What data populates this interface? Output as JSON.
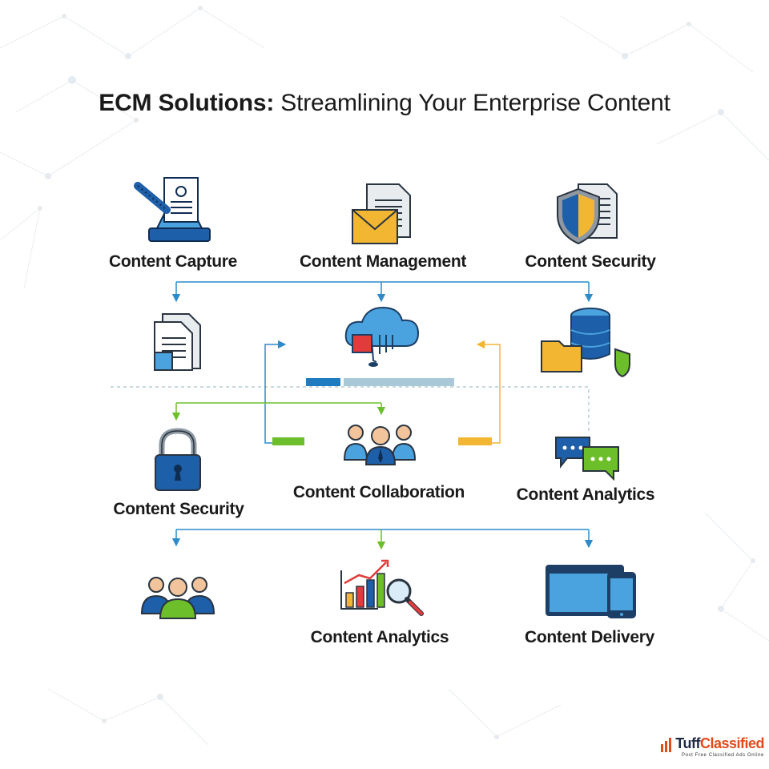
{
  "title": {
    "bold": "ECM Solutions:",
    "regular": " Streamlining Your Enterprise Content"
  },
  "nodes": {
    "capture": "Content Capture",
    "management": "Content Management",
    "security_top": "Content Security",
    "security_mid": "Content Security",
    "collaboration": "Content Collaboration",
    "analytics_mid": "Content Analytics",
    "analytics_bottom": "Content Analytics",
    "delivery": "Content Delivery"
  },
  "footer": {
    "brand_dark": "Tuff",
    "brand_accent": "Classified",
    "tagline": "Post Free Classified Ads Online"
  },
  "colors": {
    "blue_arrow": "#2e8bc9",
    "green_arrow": "#6cbf2b",
    "yellow_arrow": "#f2b632",
    "dark_blue": "#1d5fa8",
    "light_blue": "#4aa3df"
  }
}
